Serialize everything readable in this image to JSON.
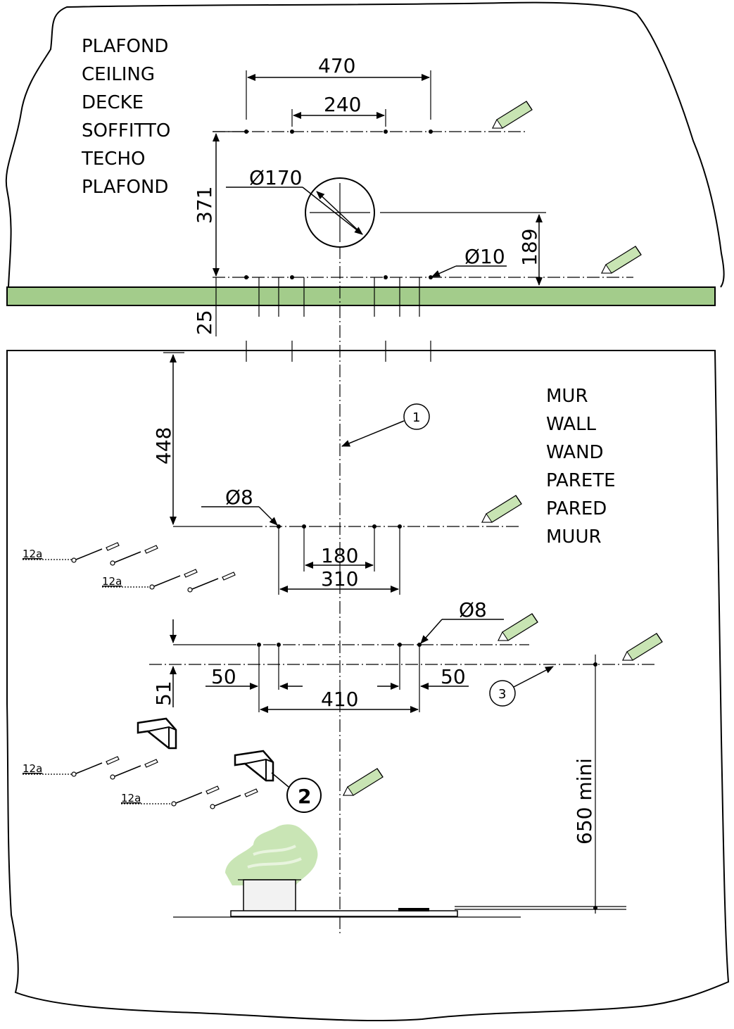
{
  "ceiling_labels": [
    "PLAFOND",
    "CEILING",
    "DECKE",
    "SOFFITTO",
    "TECHO",
    "PLAFOND"
  ],
  "wall_labels": [
    "MUR",
    "WALL",
    "WAND",
    "PARETE",
    "PARED",
    "MUUR"
  ],
  "dimensions": {
    "d470": "470",
    "d240": "240",
    "d371": "371",
    "dia170": "170",
    "d189": "189",
    "dia10": "10",
    "d25": "25",
    "d448": "448",
    "dia8_top": "8",
    "d180": "180",
    "d310": "310",
    "dia8_mid": "8",
    "d50_left": "50",
    "d50_right": "50",
    "d410": "410",
    "d51": "51",
    "d650": "650 mini"
  },
  "diameter_symbol": "Ø",
  "callouts": {
    "c1": "1",
    "c2": "2",
    "c3": "3"
  },
  "screw_labels": [
    "12a",
    "12a",
    "12a",
    "12a"
  ],
  "colors": {
    "ceiling_band": "#a3cc8b",
    "steam": "#bfe0a8",
    "pencil": "#c8e4b3"
  }
}
